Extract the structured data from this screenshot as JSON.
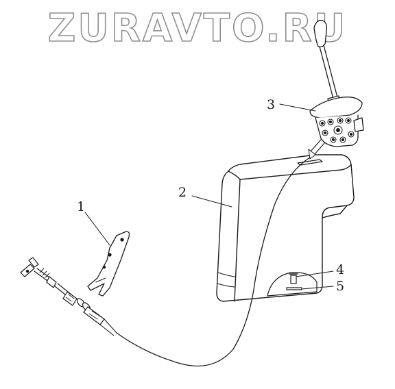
{
  "watermark": {
    "text": "ZURAVTO.RU"
  },
  "callouts": [
    {
      "id": "1",
      "label": "1"
    },
    {
      "id": "2",
      "label": "2"
    },
    {
      "id": "3",
      "label": "3"
    },
    {
      "id": "4",
      "label": "4"
    },
    {
      "id": "5",
      "label": "5"
    }
  ]
}
